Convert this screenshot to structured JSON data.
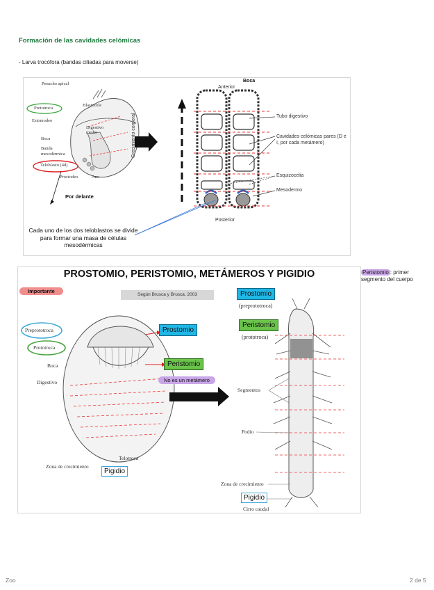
{
  "section_title": "Formación de las cavidades celómicas",
  "subtitle": "- Larva trocófora (bandas ciliadas para moverse)",
  "fig1": {
    "boca": "Boca",
    "labels": [
      "Penacho apical",
      "Prototroca",
      "Blastocele",
      "Estomodeo",
      "Digestivo medio",
      "Boca",
      "Banda mesodérmica",
      "Teloblasto (4d)",
      "Proctodeo",
      "Ano"
    ],
    "anterior": "Anterior",
    "posterior": "Posterior",
    "axis": "Crecimiento corporal",
    "tubo": "Tubo digestivo",
    "cavidades": "Cavidades celómicas pares (D e I, por cada metámero)",
    "esquizo": "Esquizocelia",
    "meso": "Mesodermo",
    "por_delante": "Por delante",
    "note": "Cada uno de los dos teloblastos se divide para formar una masa de células mesodérmicas"
  },
  "fig2": {
    "title": "PROSTOMIO, PERISTOMIO, METÁMEROS Y PIGIDIO",
    "source": "Según Brusca y Brusca, 2003",
    "importante": "Importante",
    "no_metamero": "No es un metámero",
    "left_labels": [
      "Preprototroca",
      "Prototroca",
      "Boca",
      "Digestivo",
      "Telotroca",
      "Zona de crecimiento"
    ],
    "prostomio": "Prostomio",
    "peristomio": "Peristomio",
    "pigidio": "Pigidio",
    "preprototroca_paren": "(preprototroca)",
    "prototroca_paren": "(prototroca)",
    "right_labels": [
      "Segmentos",
      "Podio",
      "Zona de crecimiento",
      "Cirro caudal"
    ]
  },
  "side_note": {
    "highlight": "Peristomio",
    "text": ": primer segmento del cuerpo"
  },
  "footer": {
    "left": "Zoo",
    "right": "2 de 5"
  },
  "colors": {
    "title_green": "#1f7a3f",
    "blue_box": "#1fb7e6",
    "green_box": "#6ac34a",
    "red_tag": "#f08d8d",
    "purple_tag": "#c9a6e8"
  }
}
